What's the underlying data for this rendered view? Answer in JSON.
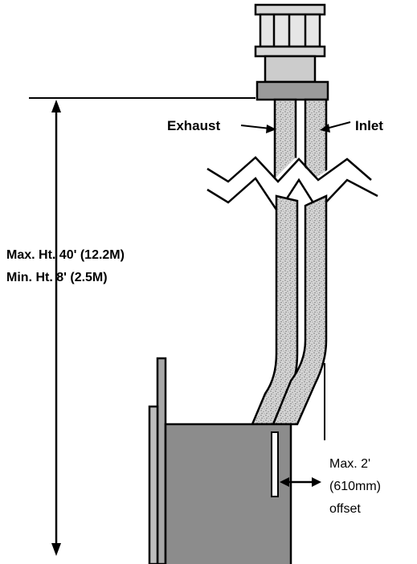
{
  "labels": {
    "exhaust": "Exhaust",
    "inlet": "Inlet",
    "max_height": "Max. Ht. 40' (12.2M)",
    "min_height": "Min. Ht. 8' (2.5M)",
    "offset_line1": "Max. 2'",
    "offset_line2": "(610mm)",
    "offset_line3": "offset"
  },
  "colors": {
    "outline": "#000000",
    "fireplace_body": "#8c8c8c",
    "wall": "#a8a8a8",
    "pipe_fill": "#cfcfcf",
    "cap_fill": "#d9d9d9"
  }
}
